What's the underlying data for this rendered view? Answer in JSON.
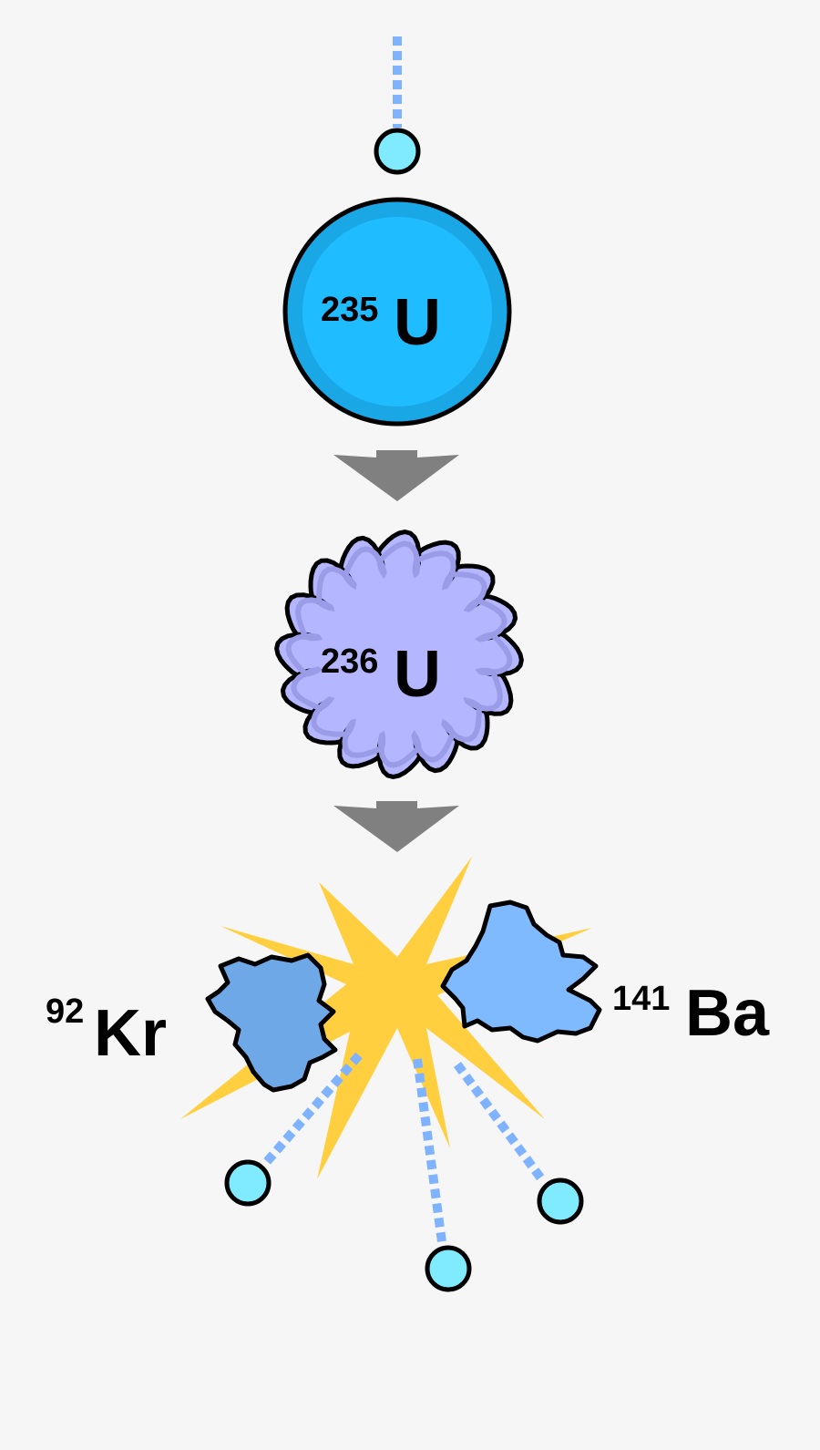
{
  "diagram": {
    "colors": {
      "background": "#f6f6f6",
      "neutron": "#80eaff",
      "neutron_path": "#80b3ff",
      "u235_fill": "#1fbcff",
      "u235_ring": "#1aa7e6",
      "u236_fill": "#b4b6ff",
      "u236_shade": "#9a9ce8",
      "kr_fill": "#6fa8e6",
      "ba_fill": "#7fbaff",
      "burst": "#ffcf40",
      "arrow": "#808080",
      "outline": "#000000"
    },
    "icons": [
      "neutron-icon",
      "nucleus-icon",
      "down-arrow-icon",
      "explosion-icon",
      "fragment-icon"
    ],
    "nucleus_235": {
      "mass": "235",
      "symbol": "U"
    },
    "nucleus_236": {
      "mass": "236",
      "symbol": "U"
    },
    "fragment_kr": {
      "mass": "92",
      "symbol": "Kr"
    },
    "fragment_ba": {
      "mass": "141",
      "symbol": "Ba"
    },
    "emitted_neutrons": 3
  }
}
